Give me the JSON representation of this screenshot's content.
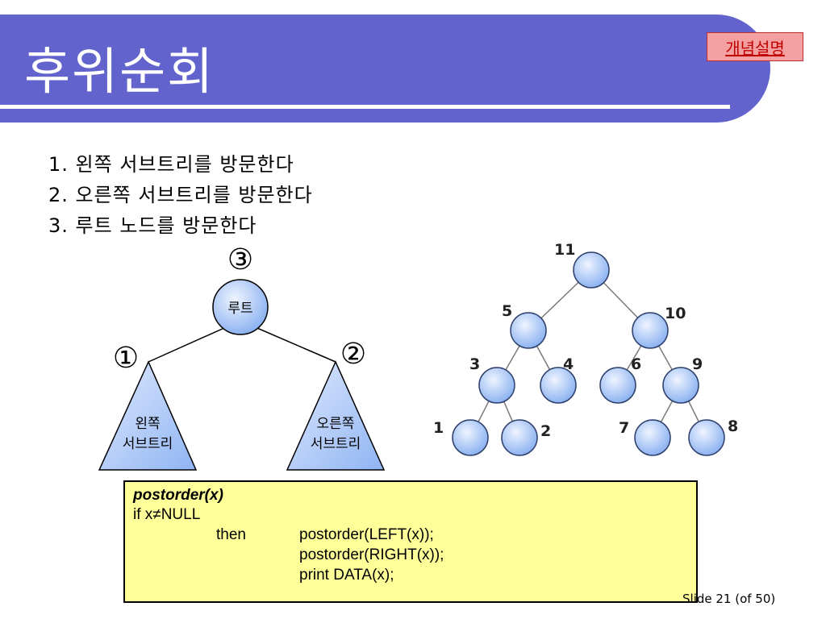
{
  "header": {
    "title": "후위순회",
    "concept_button": "개념설명"
  },
  "steps": [
    "1. 왼쪽 서브트리를 방문한다",
    "2. 오른쪽 서브트리를 방문한다",
    "3. 루트 노드를 방문한다"
  ],
  "schematic": {
    "root_label": "루트",
    "left_subtree": [
      "왼쪽",
      "서브트리"
    ],
    "right_subtree": [
      "오른쪽",
      "서브트리"
    ],
    "order_left": "①",
    "order_right": "②",
    "order_root": "③"
  },
  "tree": {
    "node_labels": [
      "11",
      "5",
      "10",
      "3",
      "4",
      "6",
      "9",
      "1",
      "2",
      "7",
      "8"
    ]
  },
  "code": {
    "signature": "postorder(x)",
    "condition": "if x≠NULL",
    "then_kw": "then",
    "line1": "postorder(LEFT(x));",
    "line2": "postorder(RIGHT(x));",
    "line3": "print DATA(x);"
  },
  "footer": {
    "slide_number": "Slide  21 (of  50)"
  },
  "colors": {
    "title_bar": "#6363cd",
    "node_fill_light": "#eef4ff",
    "node_fill_dark": "#86aef0",
    "code_box": "#ffff99"
  }
}
